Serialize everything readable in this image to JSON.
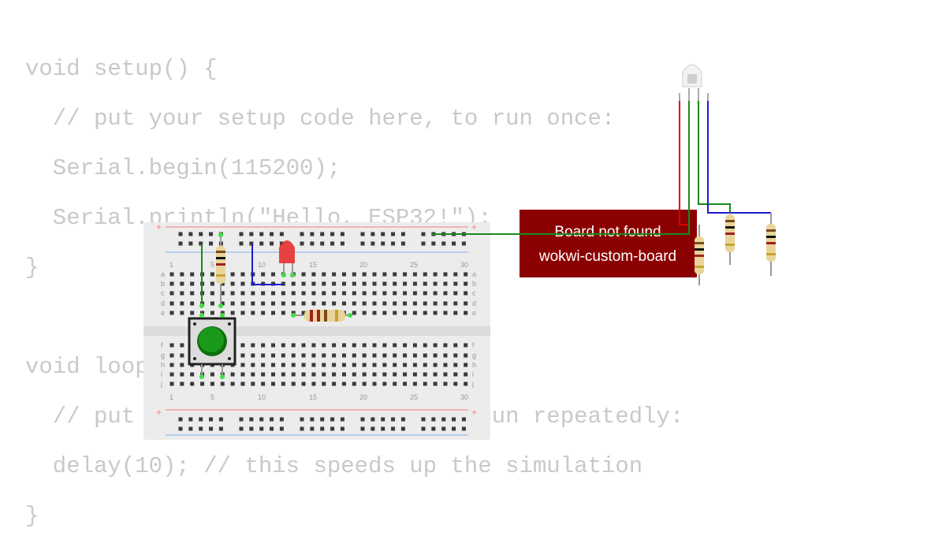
{
  "code": {
    "lines": [
      "void setup() {",
      "  // put your setup code here, to run once:",
      "  Serial.begin(115200);",
      "  Serial.println(\"Hello, ESP32!\");",
      "}",
      "",
      "void loop() {",
      "  // put your main code here, to run repeatedly:",
      "  delay(10); // this speeds up the simulation",
      "}"
    ]
  },
  "breadboard": {
    "column_numbers": [
      "1",
      "5",
      "10",
      "15",
      "20",
      "25",
      "30"
    ],
    "row_letters_top": [
      "a",
      "b",
      "c",
      "d",
      "e"
    ],
    "row_letters_bottom": [
      "f",
      "g",
      "h",
      "i",
      "j"
    ],
    "rail_plus": "+",
    "rail_minus": "-"
  },
  "board_error": {
    "line1": "Board not found",
    "line2": "wokwi-custom-board"
  },
  "colors": {
    "code_text": "#c9c9c9",
    "breadboard": "#ececec",
    "board_error_bg": "#8b0000",
    "wire_green": "#1a8a1a",
    "wire_blue": "#1a1ad0",
    "wire_red": "#e00000",
    "button_cap": "#1a9a1a",
    "led_red": "#e53030"
  },
  "components": {
    "pushbutton_icon": "pushbutton-icon",
    "led_icon": "red-led-icon",
    "rgb_led_icon": "rgb-led-icon",
    "resistor_icon": "resistor-icon"
  }
}
